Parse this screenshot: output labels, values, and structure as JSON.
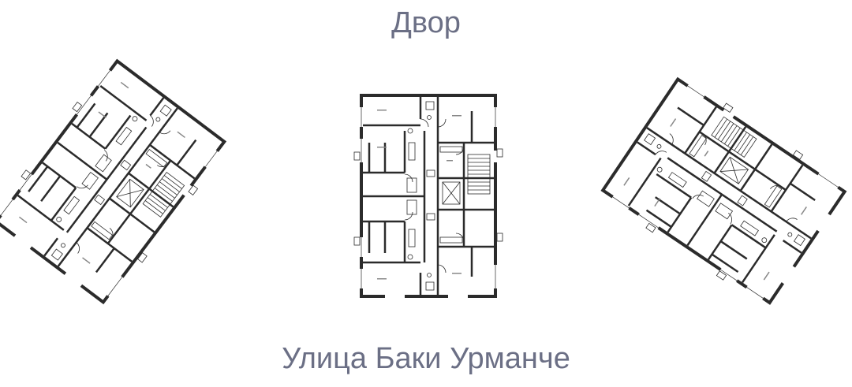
{
  "labels": {
    "top": "Двор",
    "bottom": "Улица Баки Урманче"
  },
  "colors": {
    "label_text": "#6b6f85",
    "wall": "#2b2b2b",
    "background": "#ffffff"
  },
  "buildings": [
    {
      "name": "left-building"
    },
    {
      "name": "center-building"
    },
    {
      "name": "right-building"
    }
  ]
}
